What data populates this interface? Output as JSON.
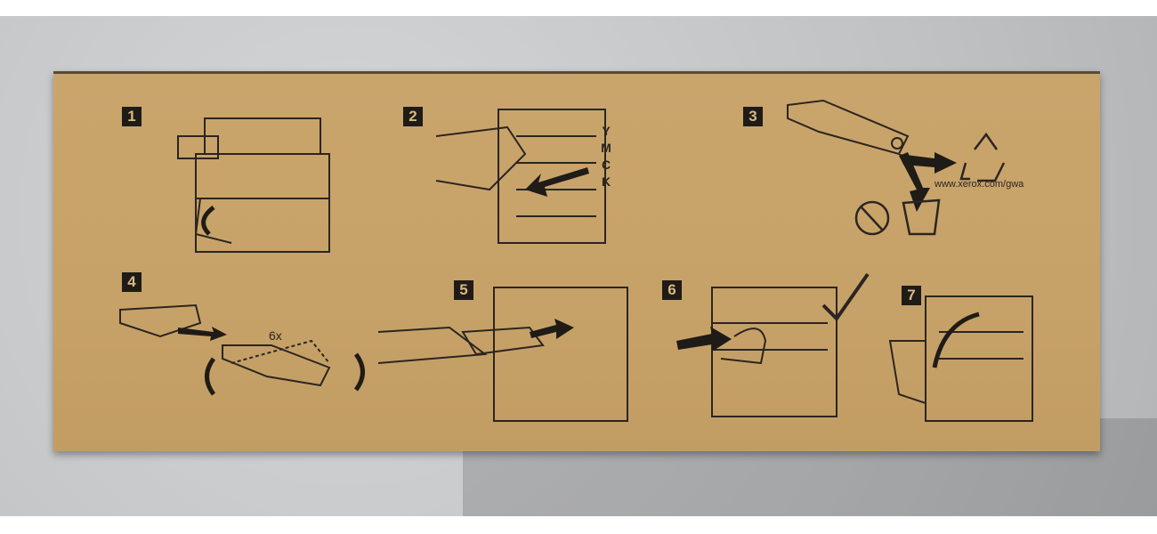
{
  "steps": [
    {
      "number": "1"
    },
    {
      "number": "2",
      "toner_labels": [
        "Y",
        "M",
        "C",
        "K"
      ]
    },
    {
      "number": "3",
      "recycle_url": "www.xerox.com/gwa"
    },
    {
      "number": "4",
      "shake_count": "6x"
    },
    {
      "number": "5"
    },
    {
      "number": "6"
    },
    {
      "number": "7"
    }
  ],
  "colors": {
    "cardboard": "#c9a56c",
    "ink": "#1f1b17",
    "floor": "#c4c6c8"
  }
}
